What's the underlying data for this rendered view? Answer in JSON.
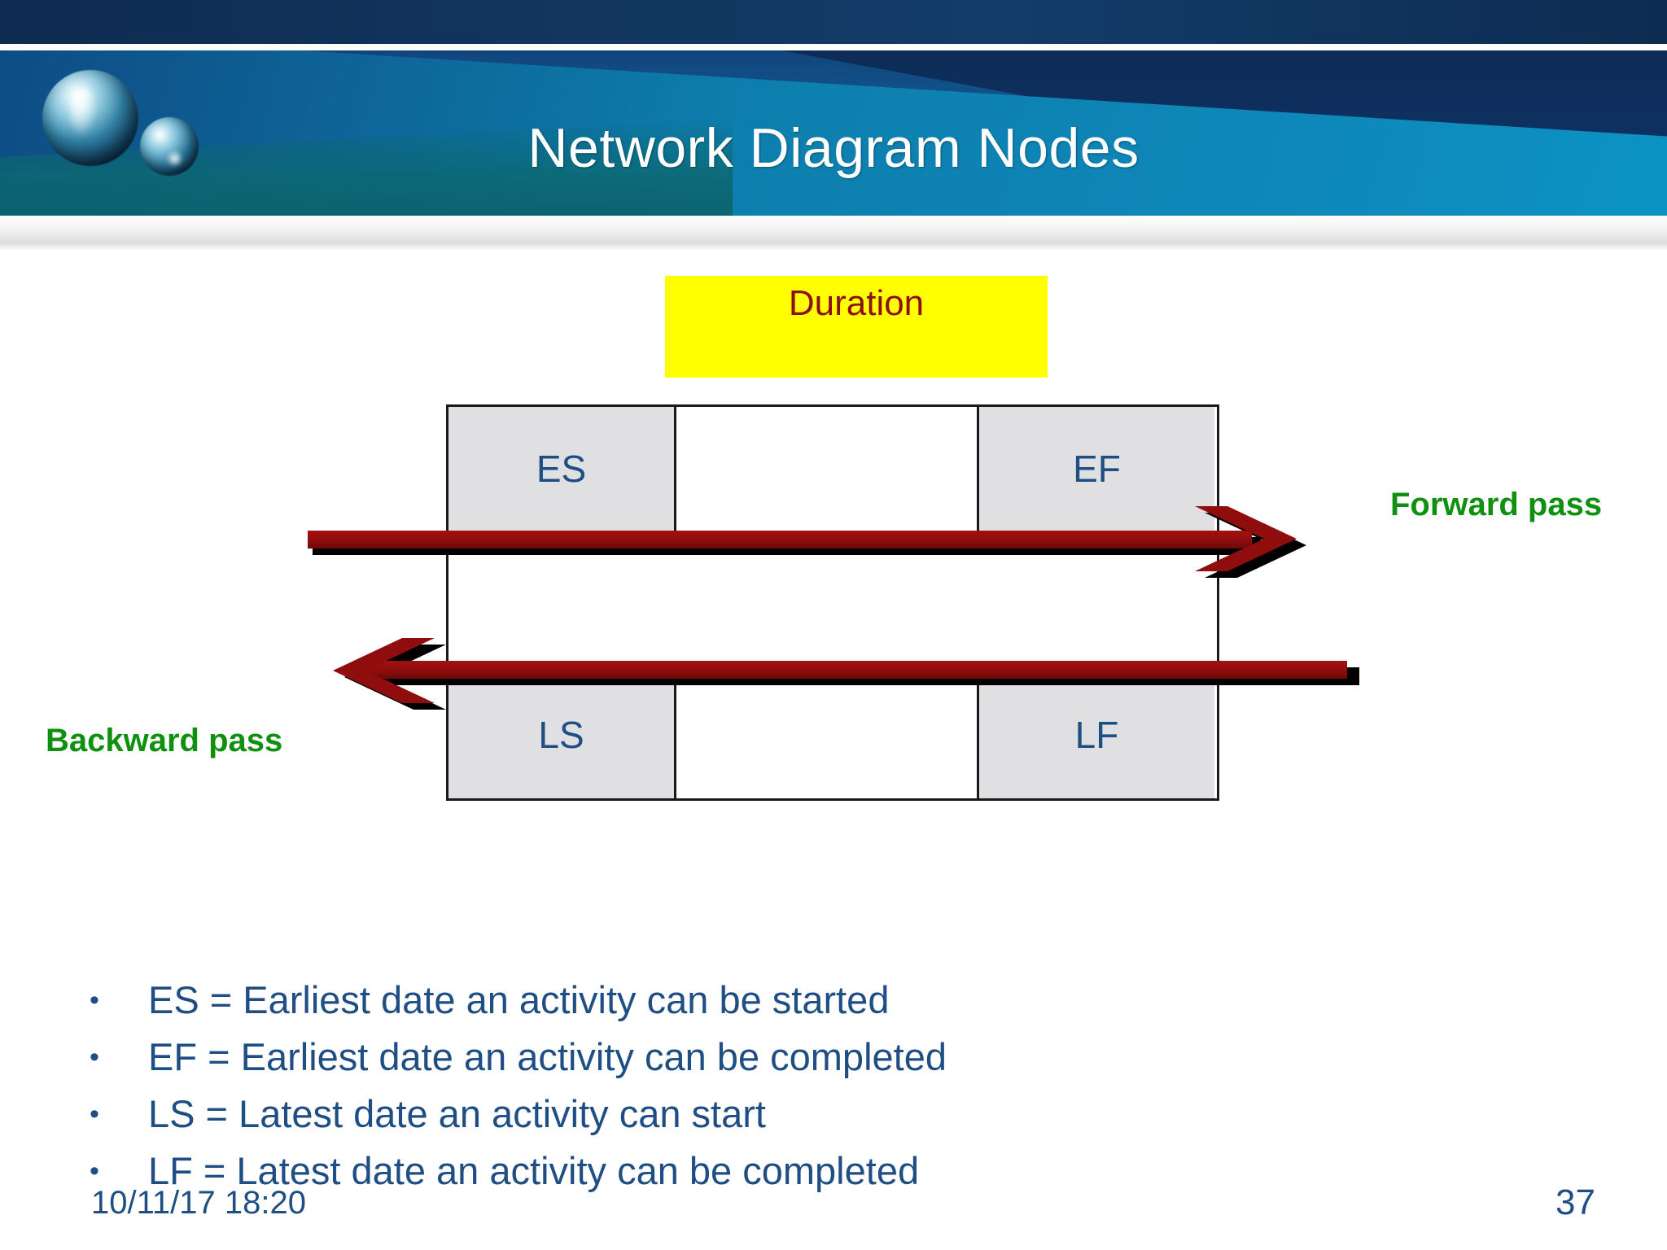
{
  "slide": {
    "title": "Network Diagram Nodes",
    "page_number": "37",
    "timestamp": "10/11/17 18:20"
  },
  "colors": {
    "banner_dark": "#0d2c57",
    "banner_cyan": "#0d7fae",
    "callout_background": "#ffff00",
    "callout_text": "#8b1010",
    "node_cell_gray": "#e0e0e2",
    "node_text_blue": "#1f4e84",
    "arrow_red": "#8f0d0d",
    "arrow_shadow": "#000000",
    "pass_label_green": "#109010"
  },
  "callout": {
    "label": "Duration"
  },
  "node_table": {
    "rows": [
      {
        "cells": [
          {
            "label": "ES",
            "fill": "gray"
          },
          {
            "label": "",
            "fill": "white"
          },
          {
            "label": "EF",
            "fill": "gray"
          }
        ]
      },
      {
        "cells": [
          {
            "label": "",
            "fill": "white"
          }
        ]
      },
      {
        "cells": [
          {
            "label": "LS",
            "fill": "gray"
          },
          {
            "label": "",
            "fill": "white"
          },
          {
            "label": "LF",
            "fill": "gray"
          }
        ]
      }
    ]
  },
  "arrows": [
    {
      "name": "forward-pass",
      "label": "Forward pass",
      "direction": "right"
    },
    {
      "name": "backward-pass",
      "label": "Backward pass",
      "direction": "left"
    }
  ],
  "bullets": [
    {
      "marker": "•",
      "text": "ES = Earliest date an activity can be started"
    },
    {
      "marker": "•",
      "text": "EF = Earliest date an activity can be completed"
    },
    {
      "marker": "•",
      "text": "LS = Latest date an activity can start"
    },
    {
      "marker": "•",
      "text": "LF = Latest date an activity can be completed"
    }
  ]
}
